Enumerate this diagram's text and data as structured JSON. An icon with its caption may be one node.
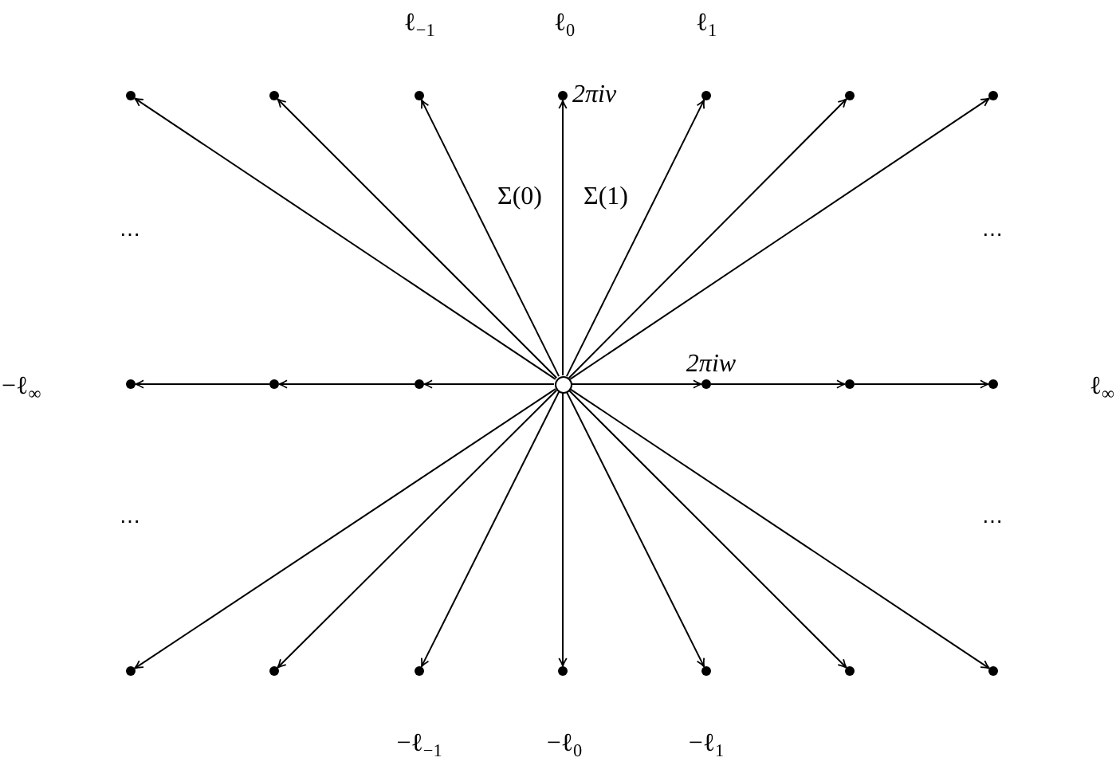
{
  "diagram": {
    "nodes": [
      {
        "text": [],
        "shape": "dot"
      },
      {
        "text": [],
        "shape": "dot"
      },
      {
        "text": [],
        "shape": "dot"
      },
      {
        "text": [],
        "shape": "dot",
        "beside": [
          "2πiv"
        ]
      },
      {
        "text": [],
        "shape": "dot"
      },
      {
        "text": [],
        "shape": "dot"
      },
      {
        "text": [],
        "shape": "dot"
      },
      {
        "text": [],
        "shape": "dot"
      },
      {
        "text": [],
        "shape": "dot"
      },
      {
        "text": [],
        "shape": "dot"
      },
      {
        "text": [],
        "shape": "circle"
      },
      {
        "text": [],
        "shape": "dot",
        "beside": [
          "2πiw"
        ]
      },
      {
        "text": [],
        "shape": "dot"
      },
      {
        "text": [],
        "shape": "dot"
      },
      {
        "text": [],
        "shape": "dot"
      },
      {
        "text": [],
        "shape": "dot"
      },
      {
        "text": [],
        "shape": "dot"
      },
      {
        "text": [],
        "shape": "dot"
      },
      {
        "text": [],
        "shape": "dot"
      },
      {
        "text": [],
        "shape": "dot"
      },
      {
        "text": [],
        "shape": "dot"
      }
    ],
    "edges": [
      {
        "from": 10,
        "to": 0,
        "arrow": "to"
      },
      {
        "from": 10,
        "to": 1,
        "arrow": "to"
      },
      {
        "from": 10,
        "to": 2,
        "arrow": "to"
      },
      {
        "from": 10,
        "to": 3,
        "arrow": "to"
      },
      {
        "from": 10,
        "to": 4,
        "arrow": "to"
      },
      {
        "from": 10,
        "to": 5,
        "arrow": "to"
      },
      {
        "from": 10,
        "to": 6,
        "arrow": "to"
      },
      {
        "from": 10,
        "to": 9,
        "arrow": "to"
      },
      {
        "from": 9,
        "to": 8,
        "arrow": "to"
      },
      {
        "from": 8,
        "to": 7,
        "arrow": "to"
      },
      {
        "from": 10,
        "to": 11,
        "arrow": "to"
      },
      {
        "from": 11,
        "to": 12,
        "arrow": "to"
      },
      {
        "from": 12,
        "to": 13,
        "arrow": "to"
      },
      {
        "from": 10,
        "to": 14,
        "arrow": "to"
      },
      {
        "from": 10,
        "to": 15,
        "arrow": "to"
      },
      {
        "from": 10,
        "to": 16,
        "arrow": "to"
      },
      {
        "from": 10,
        "to": 17,
        "arrow": "to"
      },
      {
        "from": 10,
        "to": 18,
        "arrow": "to"
      },
      {
        "from": 10,
        "to": 19,
        "arrow": "to"
      },
      {
        "from": 10,
        "to": 20,
        "arrow": "to"
      }
    ],
    "labels": [
      "ℓ$_{−1}$",
      "ℓ$_{0}$",
      "ℓ$_{1}$",
      "Σ(0)",
      "Σ(1)",
      "⋯",
      "⋯",
      "−ℓ$_{∞}$",
      "ℓ$_{∞}$",
      "⋯",
      "⋯",
      "−ℓ$_{−1}$",
      "−ℓ$_{0}$",
      "−ℓ$_{1}$"
    ]
  }
}
